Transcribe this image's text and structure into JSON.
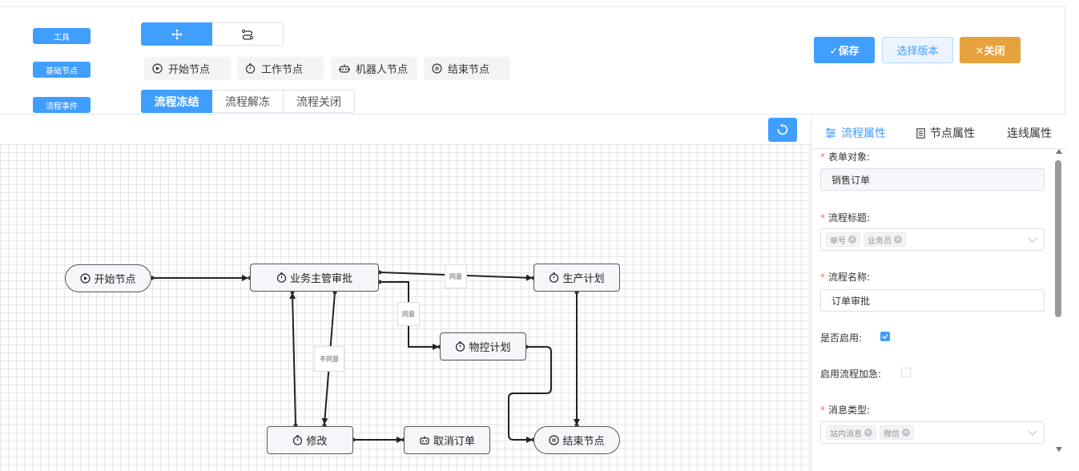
{
  "toolbar": {
    "row_tools_label": "工具",
    "row_nodes_label": "基础节点",
    "row_events_label": "流程事件",
    "tools": [
      {
        "icon": "move-icon",
        "active": true
      },
      {
        "icon": "connect-icon",
        "active": false
      }
    ],
    "node_types": [
      {
        "label": "开始节点",
        "icon": "play-circle-icon"
      },
      {
        "label": "工作节点",
        "icon": "timer-icon"
      },
      {
        "label": "机器人节点",
        "icon": "robot-icon"
      },
      {
        "label": "结束节点",
        "icon": "pause-circle-icon"
      }
    ],
    "events": [
      {
        "label": "流程冻结",
        "active": true
      },
      {
        "label": "流程解冻",
        "active": false
      },
      {
        "label": "流程关闭",
        "active": false
      }
    ],
    "save_label": "✓保存",
    "version_label": "选择版本",
    "close_label": "✕关闭"
  },
  "canvas": {
    "refresh_icon": "refresh-icon",
    "nodes": {
      "start": "开始节点",
      "supervisor": "业务主管审批",
      "production": "生产计划",
      "material": "物控计划",
      "modify": "修改",
      "cancel": "取消订单",
      "end": "结束节点"
    },
    "edge_labels": {
      "agree_top": "同意",
      "agree_mid": "同意",
      "disagree": "不同意"
    }
  },
  "panel": {
    "tabs": [
      {
        "label": "流程属性",
        "icon": "sliders-icon",
        "active": true
      },
      {
        "label": "节点属性",
        "icon": "document-icon",
        "active": false
      },
      {
        "label": "连线属性",
        "icon": "",
        "active": false
      }
    ],
    "form": {
      "form_object_label": "表单对象:",
      "form_object_value": "销售订单",
      "title_label": "流程标题:",
      "title_tags": [
        "单号",
        "业务员"
      ],
      "name_label": "流程名称:",
      "name_value": "订单审批",
      "enabled_label": "是否启用:",
      "enabled": true,
      "urgent_label": "启用流程加急:",
      "urgent": false,
      "message_type_label": "消息类型:",
      "message_tags": [
        "站内消息",
        "微信"
      ]
    }
  },
  "colors": {
    "primary": "#409eff",
    "warning": "#e6a23c",
    "danger": "#f56c6c"
  }
}
